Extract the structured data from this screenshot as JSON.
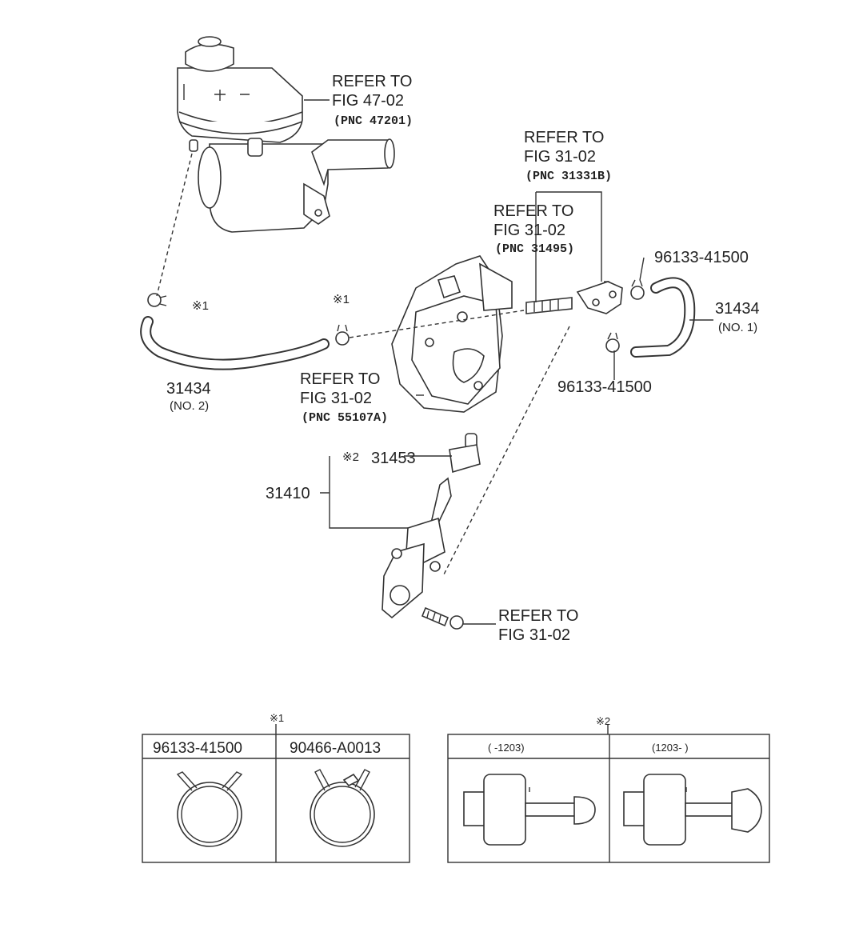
{
  "callouts": {
    "reservoir_ref": {
      "line1": "REFER TO",
      "line2": "FIG 47-02",
      "pnc": "(PNC 47201)"
    },
    "pipe_ref_top": {
      "line1": "REFER TO",
      "line2": "FIG 31-02",
      "pnc": "(PNC 31331B)"
    },
    "pipe_ref_mid": {
      "line1": "REFER TO",
      "line2": "FIG 31-02",
      "pnc": "(PNC 31495)"
    },
    "bracket_ref": {
      "line1": "REFER TO",
      "line2": "FIG 31-02",
      "pnc": "(PNC 55107A)"
    },
    "bolt_ref": {
      "line1": "REFER TO",
      "line2": "FIG 31-02"
    }
  },
  "parts": {
    "clip_top_right": "96133-41500",
    "clip_mid_right": "96133-41500",
    "hose_no1_number": "31434",
    "hose_no1_sub": "(NO. 1)",
    "hose_no2_number": "31434",
    "hose_no2_sub": "(NO. 2)",
    "cylinder_assy": "31410",
    "push_rod_mark": "※2",
    "push_rod": "31453",
    "clip_left_mark": "※1",
    "clip_center_mark": "※1"
  },
  "tables": {
    "clamps": {
      "mark": "※1",
      "headers": [
        "96133-41500",
        "90466-A0013"
      ]
    },
    "pushrod": {
      "mark": "※2",
      "headers": [
        "(  -1203)",
        "(1203-   )"
      ]
    }
  }
}
